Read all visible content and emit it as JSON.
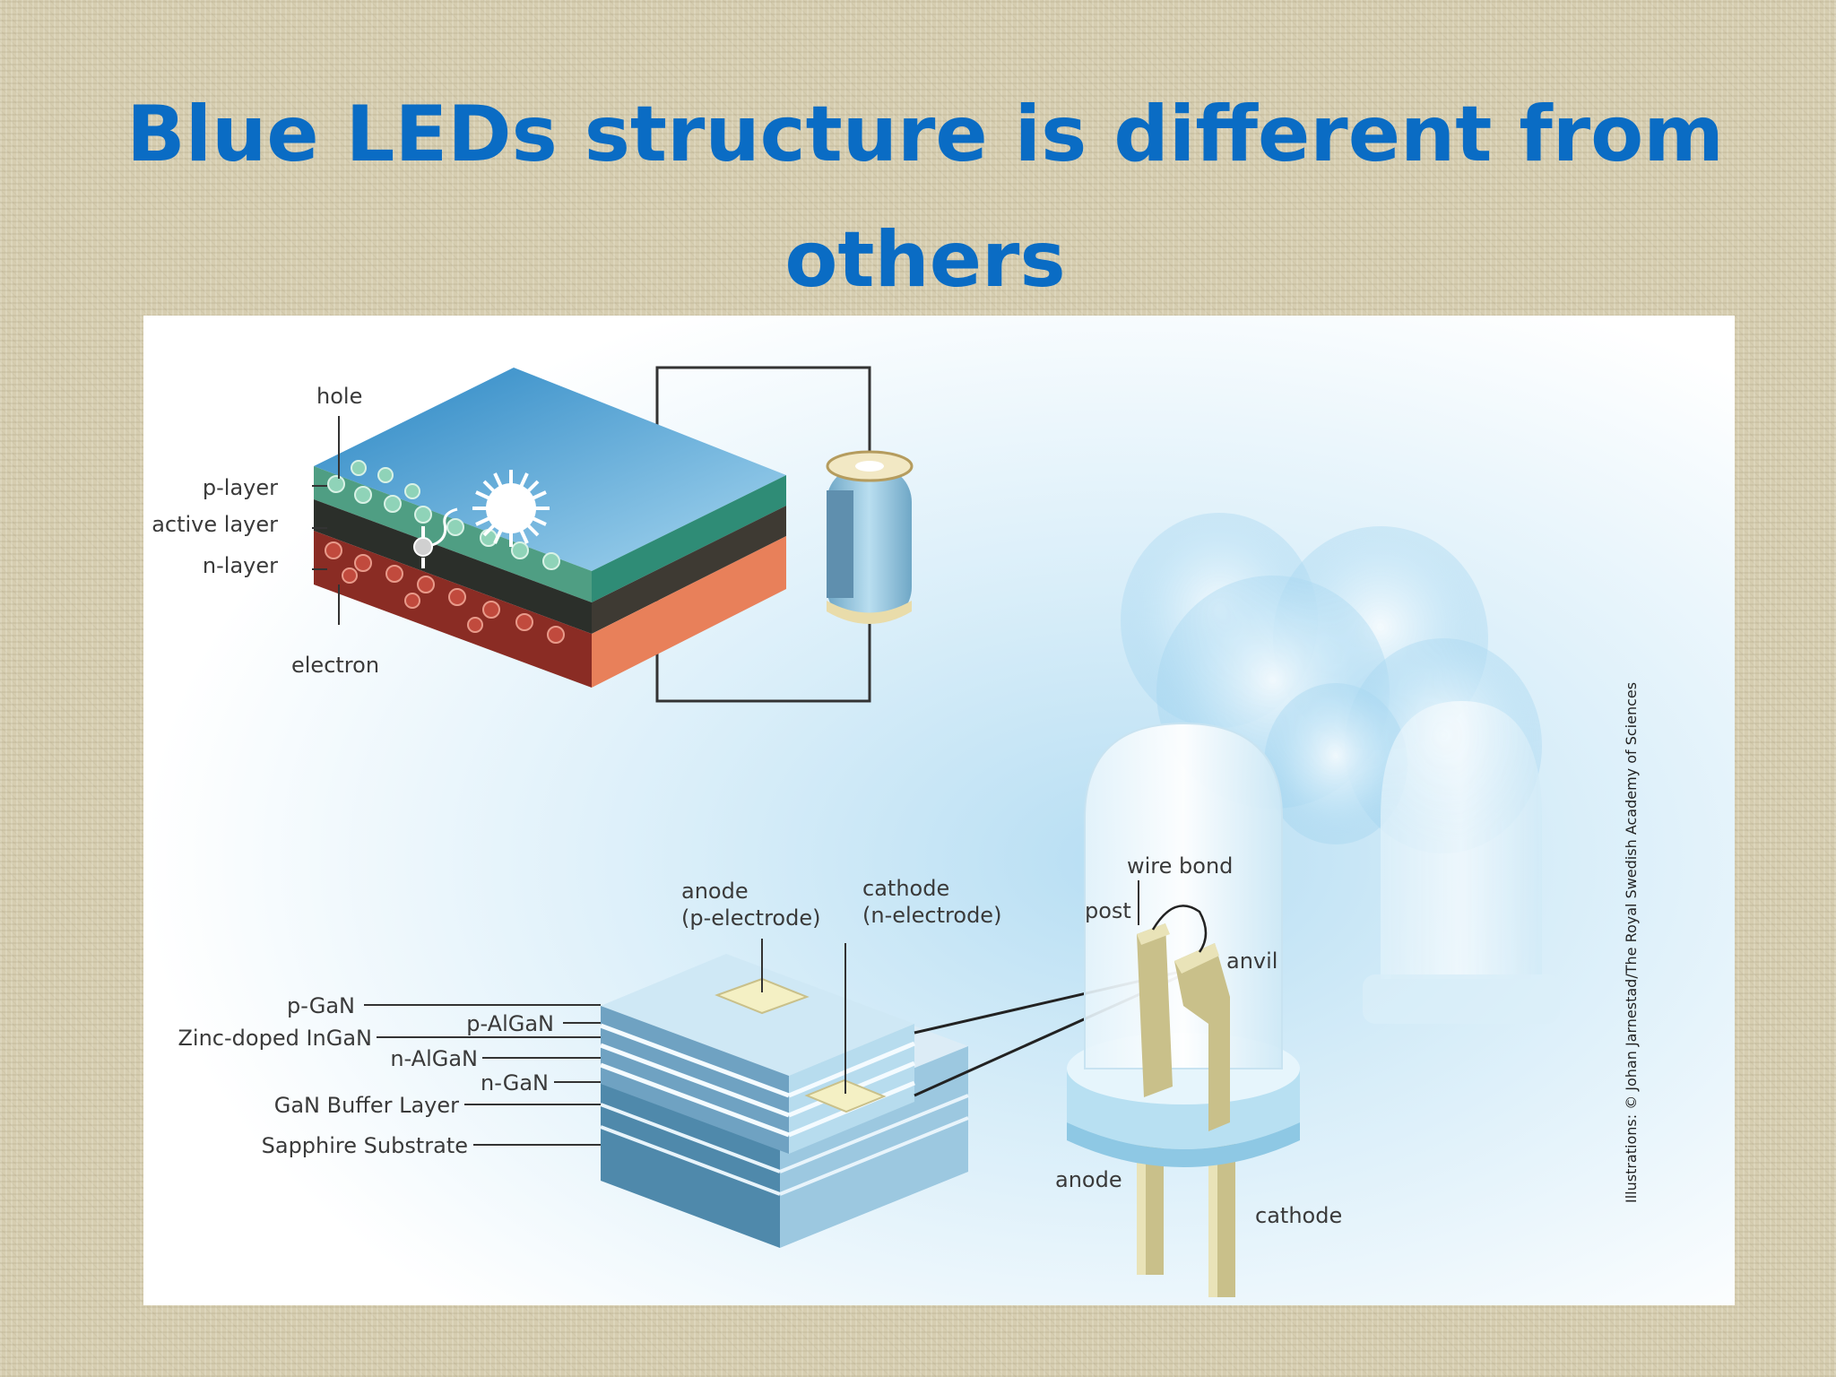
{
  "slide": {
    "title": "Blue LEDs structure is different from others"
  },
  "diagram": {
    "top_labels": {
      "hole": "hole",
      "p_layer": "p-layer",
      "active_layer": "active layer",
      "n_layer": "n-layer",
      "electron": "electron"
    },
    "chip_labels": {
      "anode_line1": "anode",
      "anode_line2": "(p-electrode)",
      "cathode_line1": "cathode",
      "cathode_line2": "(n-electrode)",
      "p_gan": "p-GaN",
      "p_algan": "p-AlGaN",
      "zinc_ingan": "Zinc-doped InGaN",
      "n_algan": "n-AlGaN",
      "n_gan": "n-GaN",
      "gan_buffer": "GaN Buffer Layer",
      "sapphire": "Sapphire Substrate"
    },
    "led_labels": {
      "wire_bond": "wire bond",
      "post": "post",
      "anvil": "anvil",
      "anode": "anode",
      "cathode": "cathode"
    },
    "credit": "Illustrations: © Johan Jarnestad/The Royal Swedish Academy of Sciences",
    "colors": {
      "title_blue": "#0a6cc4",
      "p_layer_green": "#4f9e83",
      "active_layer_dark": "#2b2f2a",
      "n_layer_red": "#8a2c24",
      "n_layer_side": "#e8805a",
      "chip_top": "#cfe8f5",
      "chip_side": "#5f97b8",
      "electrode": "#f4f0c4"
    }
  }
}
